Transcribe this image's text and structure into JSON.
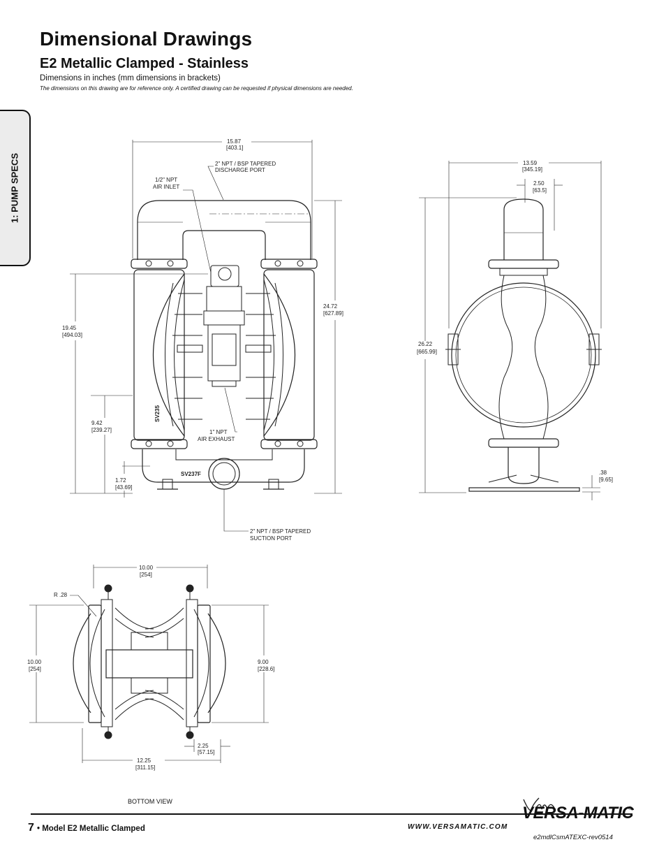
{
  "header": {
    "title": "Dimensional Drawings",
    "subtitle": "E2 Metallic Clamped - Stainless",
    "units_note": "Dimensions in inches (mm dimensions in brackets)",
    "disclaimer": "The dimensions on this drawing are for reference only.  A certified drawing can be requested if physical dimensions are needed."
  },
  "side_tab": {
    "label": "1: PUMP SPECS"
  },
  "front_view": {
    "overall_width": "15.87",
    "overall_width_mm": "[403.1]",
    "discharge_label_1": "2\" NPT / BSP TAPERED",
    "discharge_label_2": "DISCHARGE PORT",
    "air_inlet_label_1": "1/2\" NPT",
    "air_inlet_label_2": "AIR INLET",
    "overall_height": "24.72",
    "overall_height_mm": "[627.89]",
    "inlet_height": "19.45",
    "inlet_height_mm": "[494.03]",
    "exhaust_height": "9.42",
    "exhaust_height_mm": "[239.27]",
    "exhaust_label_1": "1\" NPT",
    "exhaust_label_2": "AIR EXHAUST",
    "suction_height": "1.72",
    "suction_height_mm": "[43.69]",
    "suction_label_1": "2\" NPT / BSP TAPERED",
    "suction_label_2": "SUCTION PORT",
    "part_mark_1": "SV235",
    "part_mark_2": "SV237F"
  },
  "side_view": {
    "overall_width": "13.59",
    "overall_width_mm": "[345.19]",
    "offset": "2.50",
    "offset_mm": "[63.5]",
    "overall_height": "26.22",
    "overall_height_mm": "[665.99]",
    "base_thickness": ".38",
    "base_thickness_mm": "[9.65]"
  },
  "bottom_view": {
    "hole_spacing": "10.00",
    "hole_spacing_mm": "[254]",
    "radius": "R .28",
    "depth": "10.00",
    "depth_mm": "[254]",
    "inner_depth": "9.00",
    "inner_depth_mm": "[228.6]",
    "slot": "2.25",
    "slot_mm": "[57.15]",
    "overall_width": "12.25",
    "overall_width_mm": "[311.15]",
    "caption": "BOTTOM VIEW"
  },
  "footer": {
    "page_number": "7",
    "page_label": "• Model E2 Metallic Clamped",
    "website": "WWW.VERSAMATIC.COM",
    "brand": "VERSA-MATIC",
    "registered": "®",
    "doc_code": "e2mdlCsmATEXC-rev0514"
  }
}
